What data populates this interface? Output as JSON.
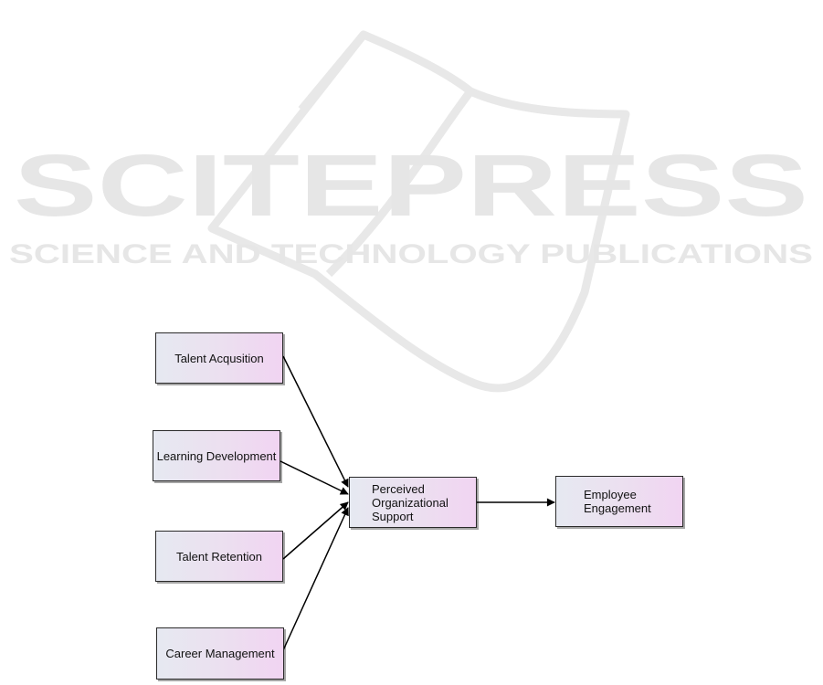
{
  "watermark": {
    "title": "SCITEPRESS",
    "subtitle": "SCIENCE AND TECHNOLOGY PUBLICATIONS",
    "color": "#e6e6e6"
  },
  "diagram": {
    "nodes": {
      "talent_acquisition": "Talent Acqusition",
      "learning_development": "Learning Development",
      "talent_retention": "Talent Retention",
      "career_management": "Career Management",
      "perceived_support": "Perceived\nOrganizational\nSupport",
      "employee_engagement": "Employee\nEngagement"
    },
    "edges": [
      {
        "from": "talent_acquisition",
        "to": "perceived_support"
      },
      {
        "from": "learning_development",
        "to": "perceived_support"
      },
      {
        "from": "talent_retention",
        "to": "perceived_support"
      },
      {
        "from": "career_management",
        "to": "perceived_support"
      },
      {
        "from": "perceived_support",
        "to": "employee_engagement"
      }
    ],
    "line_color": "#000000"
  }
}
